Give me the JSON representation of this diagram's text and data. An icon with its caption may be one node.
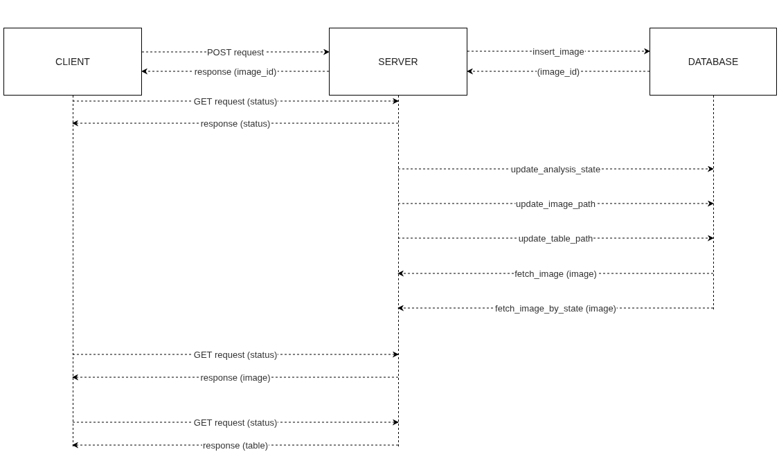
{
  "diagram": {
    "nodes": [
      {
        "text": [
          "CLIENT"
        ]
      },
      {
        "text": [
          "SERVER"
        ]
      },
      {
        "text": [
          "DATABASE"
        ]
      }
    ],
    "edges": [
      {
        "from": 0,
        "to": 1,
        "arrow": "to",
        "label": "POST request",
        "style": "dashed"
      },
      {
        "from": 1,
        "to": 0,
        "arrow": "to",
        "label": "response (image_id)",
        "style": "dashed"
      },
      {
        "from": 1,
        "to": 2,
        "arrow": "to",
        "label": "insert_image",
        "style": "dashed"
      },
      {
        "from": 2,
        "to": 1,
        "arrow": "to",
        "label": "(image_id)",
        "style": "dashed"
      },
      {
        "from": 0,
        "to": 1,
        "arrow": "to",
        "label": "GET request (status)",
        "style": "dashed"
      },
      {
        "from": 1,
        "to": 0,
        "arrow": "to",
        "label": "response (status)",
        "style": "dashed"
      },
      {
        "from": 1,
        "to": 2,
        "arrow": "to",
        "label": "update_analysis_state",
        "style": "dashed"
      },
      {
        "from": 1,
        "to": 2,
        "arrow": "to",
        "label": "update_image_path",
        "style": "dashed"
      },
      {
        "from": 1,
        "to": 2,
        "arrow": "to",
        "label": "update_table_path",
        "style": "dashed"
      },
      {
        "from": 2,
        "to": 1,
        "arrow": "to",
        "label": "fetch_image (image)",
        "style": "dashed"
      },
      {
        "from": 2,
        "to": 1,
        "arrow": "to",
        "label": "fetch_image_by_state (image)",
        "style": "dashed"
      },
      {
        "from": 0,
        "to": 1,
        "arrow": "to",
        "label": "GET request (status)",
        "style": "dashed"
      },
      {
        "from": 1,
        "to": 0,
        "arrow": "to",
        "label": "response (image)",
        "style": "dashed"
      },
      {
        "from": 0,
        "to": 1,
        "arrow": "to",
        "label": "GET request (status)",
        "style": "dashed"
      },
      {
        "from": 1,
        "to": 0,
        "arrow": "to",
        "label": "response (table)",
        "style": "dashed"
      }
    ]
  }
}
